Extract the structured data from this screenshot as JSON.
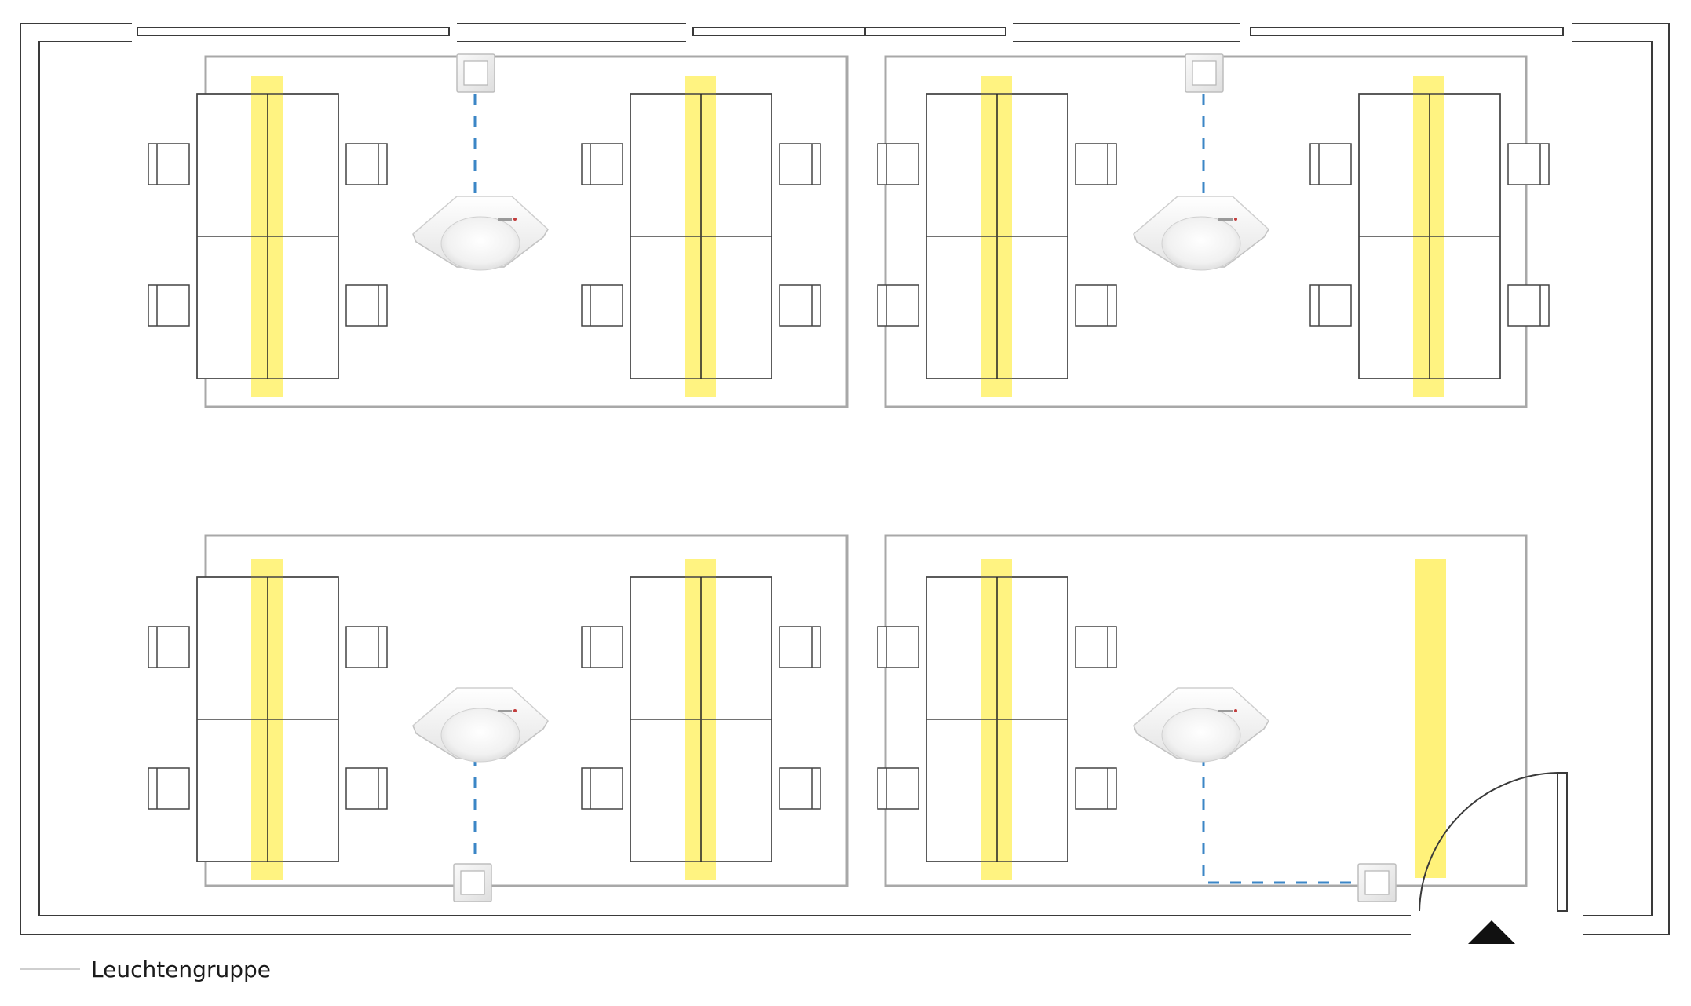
{
  "legend": {
    "label": "Leuchtengruppe"
  },
  "colors": {
    "wall": "#3a3a3a",
    "furniture": "#444444",
    "lighting_group": "#a8a8a8",
    "luminaire_strip": "#fff27a",
    "connection_line": "#3b86c6",
    "background": "#ffffff"
  },
  "zones": [
    {
      "id": "zone-top-left",
      "luminaire_strips": 2,
      "sensor": "ceiling-sensor",
      "switch": "wall-switch-top"
    },
    {
      "id": "zone-top-right",
      "luminaire_strips": 2,
      "sensor": "ceiling-sensor",
      "switch": "wall-switch-top"
    },
    {
      "id": "zone-bottom-left",
      "luminaire_strips": 2,
      "sensor": "ceiling-sensor",
      "switch": "wall-switch-bottom"
    },
    {
      "id": "zone-bottom-right",
      "luminaire_strips": 2,
      "sensor": "ceiling-sensor",
      "switch": "wall-switch-bottom-right"
    }
  ],
  "icons": {
    "sensor": "ceiling-presence-sensor-icon",
    "switch": "wall-switch-icon",
    "entrance": "entrance-arrow-icon",
    "door": "door-icon"
  }
}
